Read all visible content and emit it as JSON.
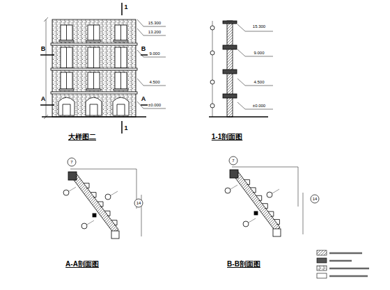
{
  "diagram": {
    "labels": [
      "大样图二",
      "1-1剖面图",
      "A-A剖面图",
      "B-B剖面图",
      "15.300",
      "13.200",
      "9.000",
      "4.500",
      "±0.000",
      "15.300",
      "9.000",
      "4.500",
      "±0.000",
      "B",
      "B",
      "A",
      "A",
      "1",
      "1",
      "7",
      "14",
      "7",
      "14"
    ]
  }
}
